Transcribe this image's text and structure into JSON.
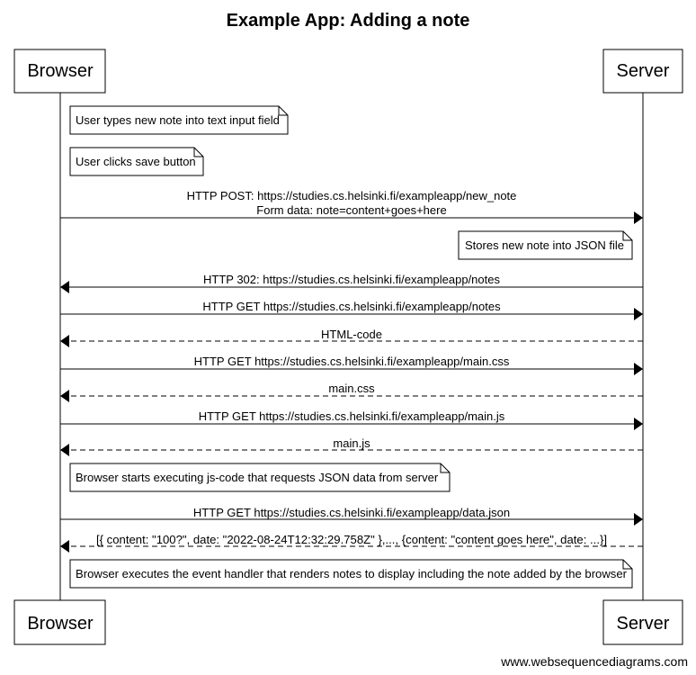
{
  "title": "Example App: Adding a note",
  "actors": {
    "browser": "Browser",
    "server": "Server"
  },
  "notes": {
    "n1": "User types new note into text input field",
    "n2": "User clicks save button",
    "n3": "Stores new note into JSON file",
    "n4": "Browser starts executing js-code that requests JSON data from server",
    "n5": "Browser executes the event handler that renders notes to display including the note added by the browser"
  },
  "messages": {
    "m1_line1": "HTTP POST: https://studies.cs.helsinki.fi/exampleapp/new_note",
    "m1_line2": "Form data: note=content+goes+here",
    "m2": "HTTP 302: https://studies.cs.helsinki.fi/exampleapp/notes",
    "m3": "HTTP GET https://studies.cs.helsinki.fi/exampleapp/notes",
    "m4": "HTML-code",
    "m5": "HTTP GET https://studies.cs.helsinki.fi/exampleapp/main.css",
    "m6": "main.css",
    "m7": "HTTP GET https://studies.cs.helsinki.fi/exampleapp/main.js",
    "m8": "main.js",
    "m9": "HTTP GET https://studies.cs.helsinki.fi/exampleapp/data.json",
    "m10": "[{ content: \"100?\", date: \"2022-08-24T12:32:29.758Z\" },..., {content: \"content goes here\", date: ...}]"
  },
  "footer": "www.websequencediagrams.com"
}
